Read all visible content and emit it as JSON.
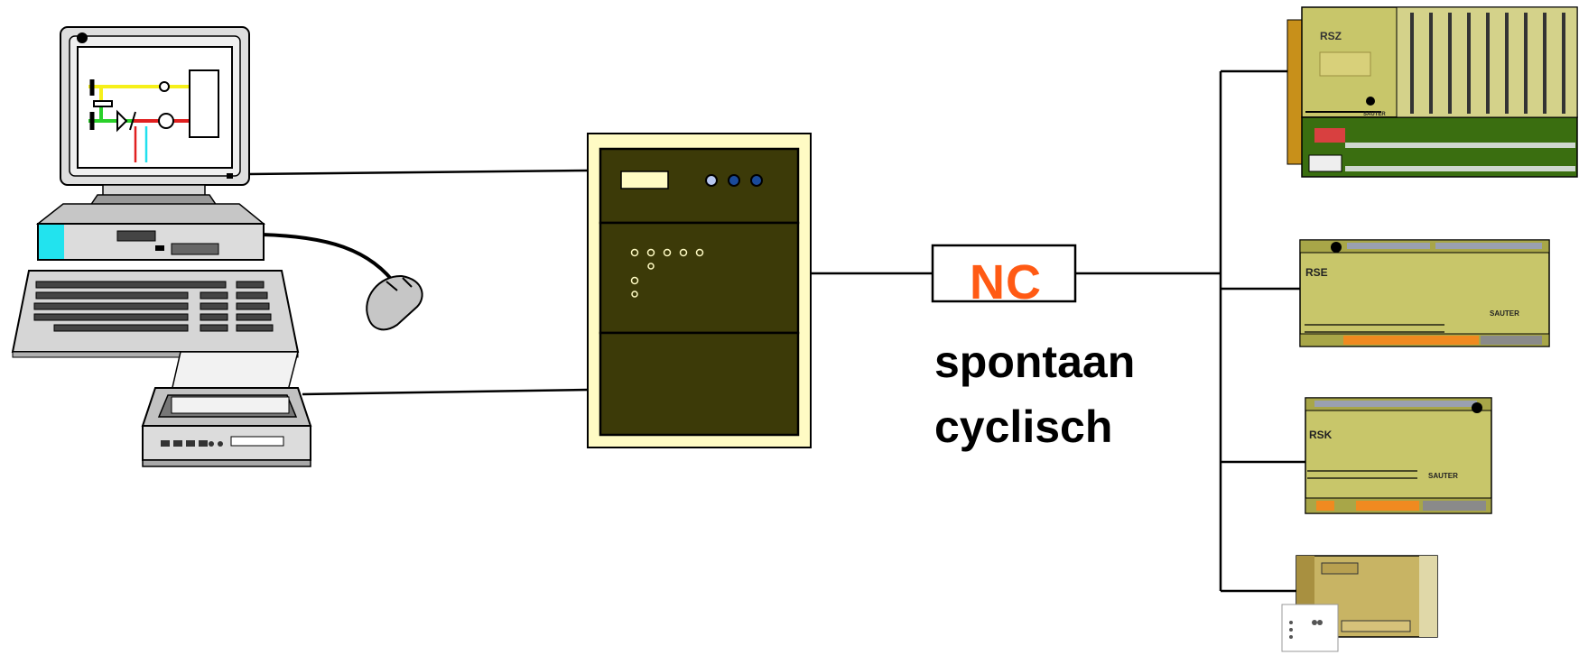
{
  "colors": {
    "controller_bg": "#3c3a08",
    "controller_frame": "#fffbc4",
    "nc_text": "#ff5a14",
    "module_yellow": "#c8c66a",
    "board_green": "#3a6e10",
    "cable_black": "#000000"
  },
  "nc_box": {
    "label": "NC"
  },
  "transfer_modes": [
    "spontaan",
    "cyclisch"
  ],
  "modules": [
    {
      "label": "RSZ",
      "brand": "SAUTER"
    },
    {
      "label": "RSE",
      "brand": "SAUTER"
    },
    {
      "label": "RSK",
      "brand": "SAUTER"
    },
    {
      "label": "",
      "brand": ""
    }
  ]
}
